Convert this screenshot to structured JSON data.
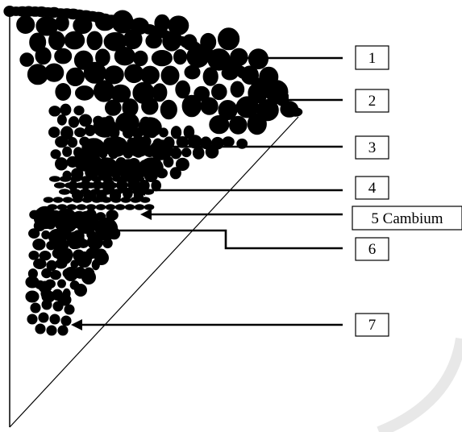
{
  "labels": [
    {
      "id": "1",
      "text": "1"
    },
    {
      "id": "2",
      "text": "2"
    },
    {
      "id": "3",
      "text": "3"
    },
    {
      "id": "4",
      "text": "4"
    },
    {
      "id": "5",
      "text": "5 Cambium"
    },
    {
      "id": "6",
      "text": "6"
    },
    {
      "id": "7",
      "text": "7"
    }
  ]
}
